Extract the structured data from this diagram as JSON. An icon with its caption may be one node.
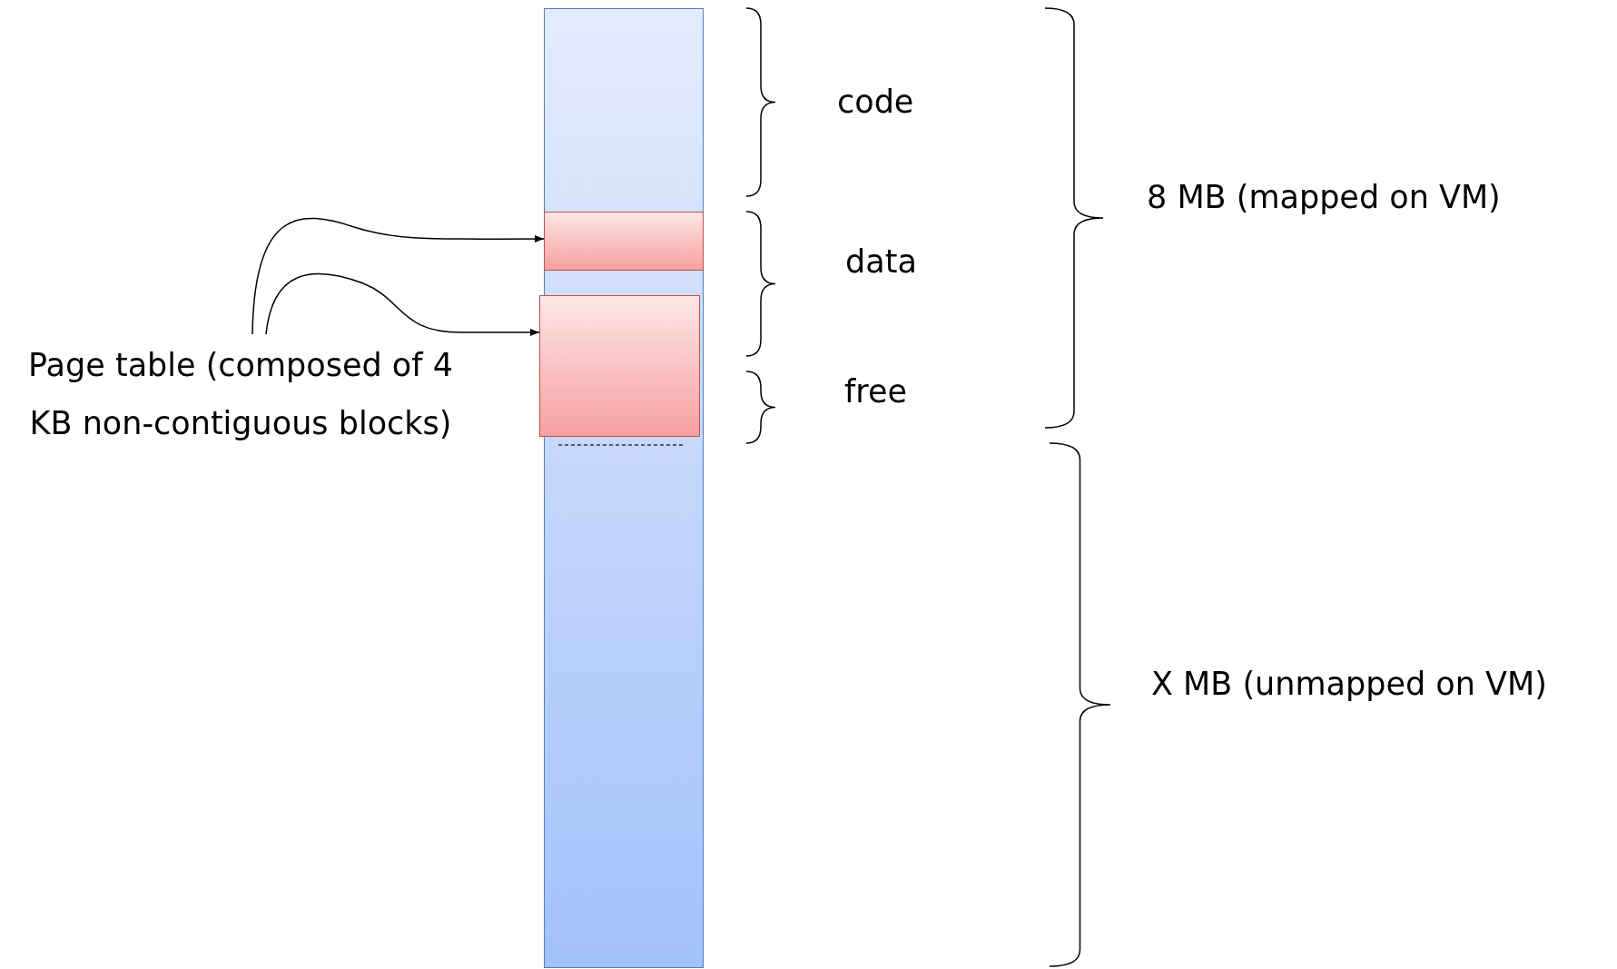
{
  "diagram": {
    "nodes": [
      {
        "text": [],
        "shape": "bar"
      },
      {
        "text": [],
        "shape": "box",
        "in": 0
      },
      {
        "text": [],
        "shape": "box",
        "in": 0
      },
      {
        "text": [
          "Page table (composed of 4 KB non-contiguous blocks)"
        ]
      }
    ],
    "edges": [
      {
        "from": 3,
        "to": 1,
        "arrow": "to"
      },
      {
        "from": 3,
        "to": 2,
        "arrow": "to"
      }
    ],
    "labels": [
      "code",
      "data",
      "free",
      "8 MB (mapped on VM)",
      "X MB (unmapped on VM)"
    ]
  }
}
